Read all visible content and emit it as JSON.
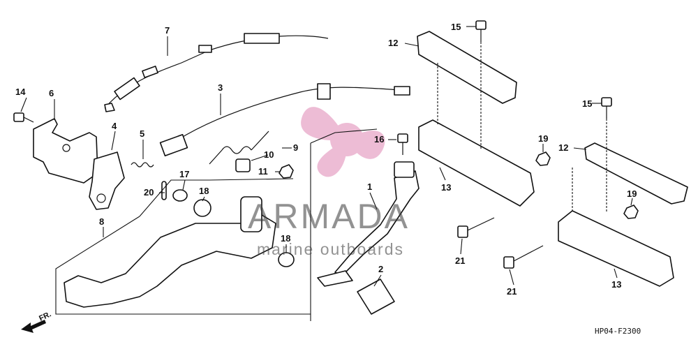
{
  "callouts": {
    "c1": "1",
    "c2": "2",
    "c3": "3",
    "c4": "4",
    "c5": "5",
    "c6": "6",
    "c7": "7",
    "c8": "8",
    "c9": "9",
    "c10": "10",
    "c11": "11",
    "c12a": "12",
    "c12b": "12",
    "c13a": "13",
    "c13b": "13",
    "c14": "14",
    "c15a": "15",
    "c15b": "15",
    "c16": "16",
    "c17": "17",
    "c18a": "18",
    "c18b": "18",
    "c19a": "19",
    "c19b": "19",
    "c20": "20",
    "c21a": "21",
    "c21b": "21"
  },
  "direction_label": "FR.",
  "diagram_code": "HP04-F2300",
  "watermark": {
    "brand": "ARMADA",
    "tagline": "marine outboards",
    "color": "#e8a6c8"
  },
  "icons": {
    "watermark_logo": "propeller-logo-icon",
    "direction": "front-arrow-icon"
  }
}
